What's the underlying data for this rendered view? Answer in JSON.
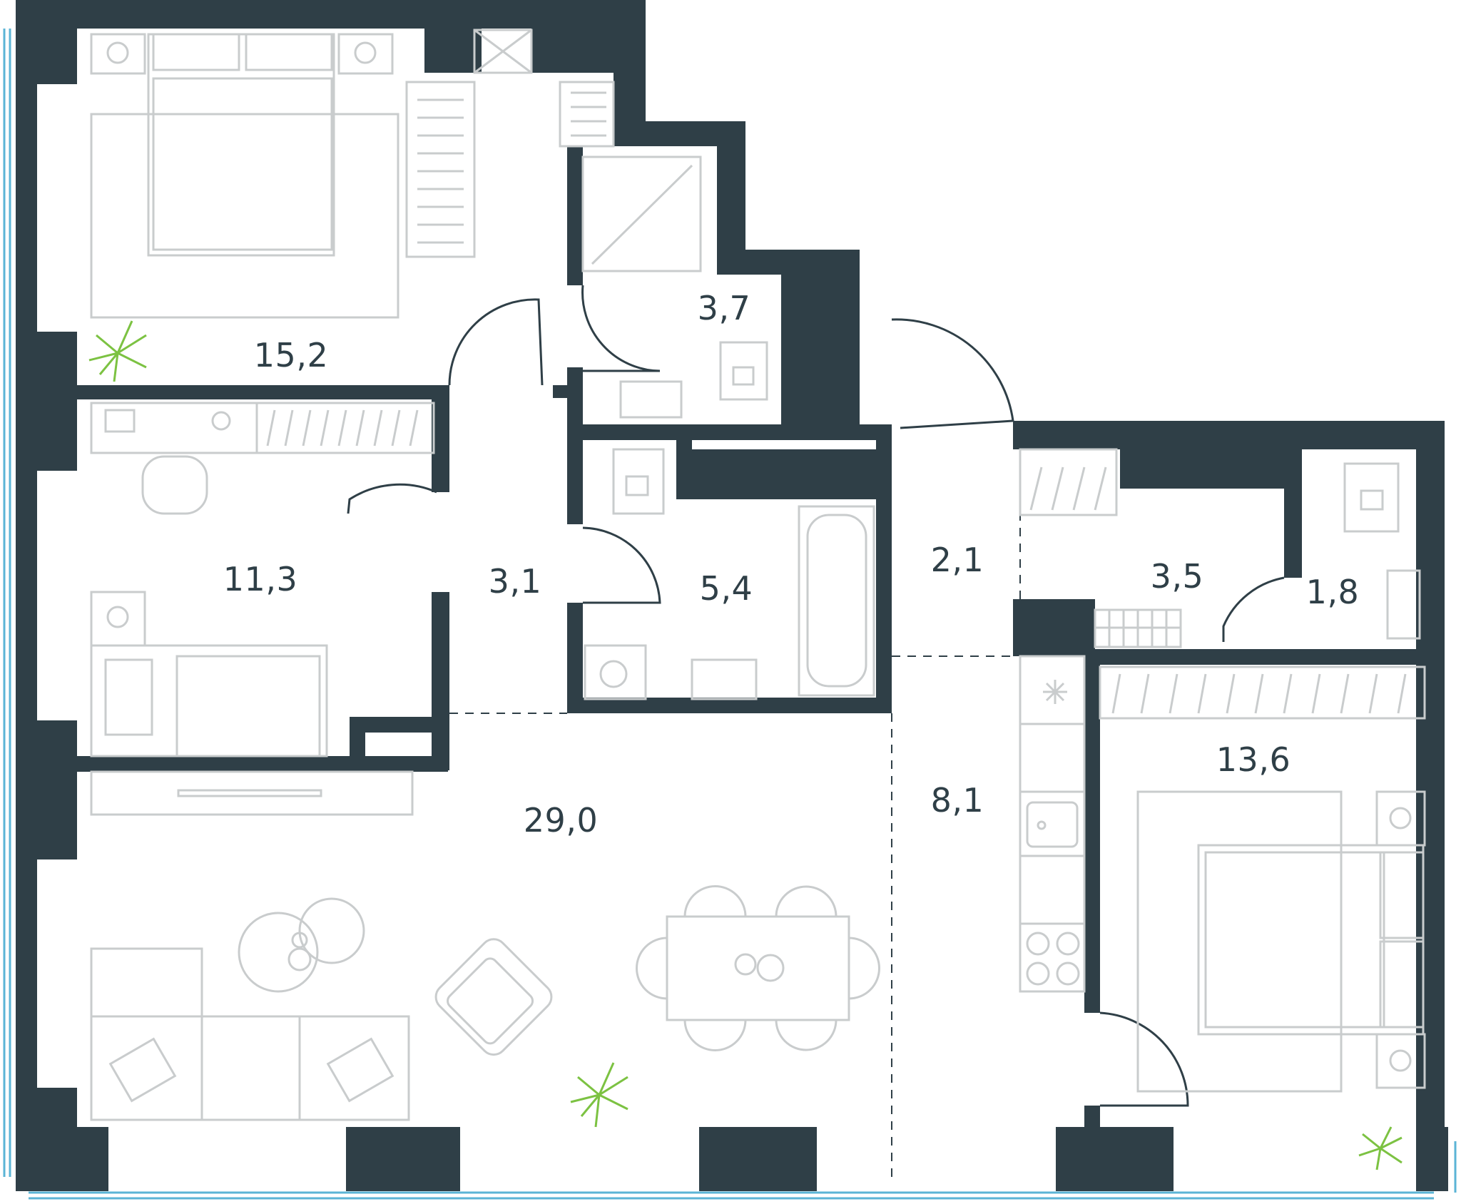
{
  "plan": {
    "colors": {
      "wall": "#2f3f47",
      "furniture": "#c9cccd",
      "window": "#5bb4d6",
      "plant": "#7cc242"
    },
    "rooms": [
      {
        "id": "bedroom-1",
        "area": "15,2"
      },
      {
        "id": "bedroom-2",
        "area": "11,3"
      },
      {
        "id": "hall-1",
        "area": "3,1"
      },
      {
        "id": "wc-1",
        "area": "3,7"
      },
      {
        "id": "bathroom",
        "area": "5,4"
      },
      {
        "id": "corridor",
        "area": "2,1"
      },
      {
        "id": "dressing",
        "area": "3,5"
      },
      {
        "id": "wc-2",
        "area": "1,8"
      },
      {
        "id": "living",
        "area": "29,0"
      },
      {
        "id": "kitchen",
        "area": "8,1"
      },
      {
        "id": "bedroom-3",
        "area": "13,6"
      }
    ]
  }
}
